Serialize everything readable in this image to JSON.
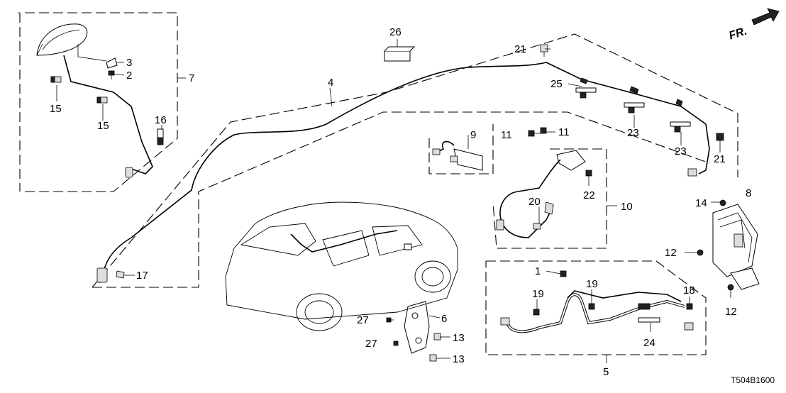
{
  "direction_marker": "FR.",
  "diagram_code": "T504B1600",
  "callouts": {
    "c1": "1",
    "c2": "2",
    "c3": "3",
    "c4": "4",
    "c5": "5",
    "c6": "6",
    "c7": "7",
    "c8": "8",
    "c9": "9",
    "c10": "10",
    "c11a": "11",
    "c11b": "11",
    "c12a": "12",
    "c12b": "12",
    "c13a": "13",
    "c13b": "13",
    "c14": "14",
    "c15a": "15",
    "c15b": "15",
    "c16": "16",
    "c17": "17",
    "c18": "18",
    "c19a": "19",
    "c19b": "19",
    "c20": "20",
    "c21a": "21",
    "c21b": "21",
    "c22": "22",
    "c23a": "23",
    "c23b": "23",
    "c24": "24",
    "c25": "25",
    "c26": "26",
    "c27a": "27",
    "c27b": "27"
  }
}
